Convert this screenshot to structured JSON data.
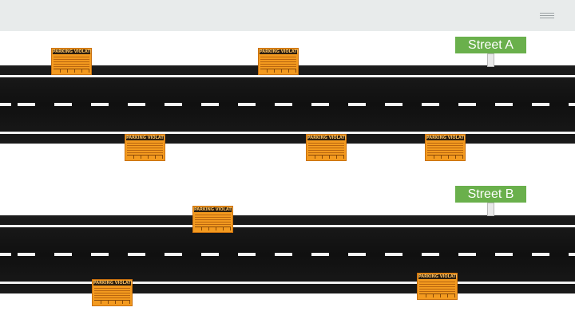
{
  "header": {
    "menu_icon": "hamburger-menu-icon"
  },
  "streets": [
    {
      "name": "Street A"
    },
    {
      "name": "Street B"
    }
  ],
  "ticket": {
    "label": "PARKING VIOLATION",
    "color": "#f39a1f"
  },
  "colors": {
    "road": "#141414",
    "lane_marking": "#f5f5f5",
    "sign_green": "#6ab04c",
    "top_bar": "#e8ebeb"
  }
}
